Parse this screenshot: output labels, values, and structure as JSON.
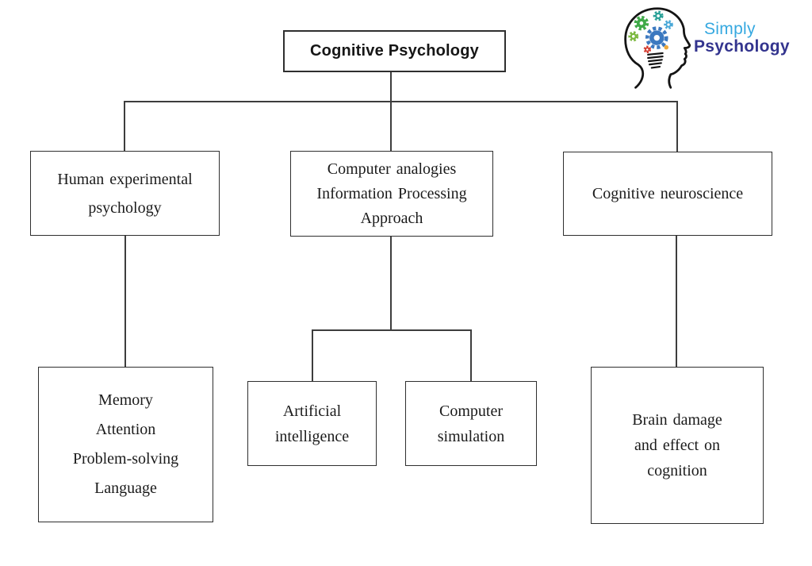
{
  "logo": {
    "line1": "Simply",
    "line2": "Psychology",
    "colors": {
      "line1": "#35a8e0",
      "line2": "#33348e"
    }
  },
  "diagram": {
    "root": {
      "label": "Cognitive Psychology"
    },
    "level1": [
      {
        "label": "Human experimental\npsychology"
      },
      {
        "label": "Computer analogies\nInformation Processing\nApproach"
      },
      {
        "label": "Cognitive neuroscience"
      }
    ],
    "level2": [
      {
        "label": "Memory\nAttention\nProblem-solving\nLanguage"
      },
      {
        "label": "Artificial\nintelligence"
      },
      {
        "label": "Computer\nsimulation"
      },
      {
        "label": "Brain damage\nand effect on\ncognition"
      }
    ]
  },
  "colors": {
    "line": "#3d3d3d",
    "box_border": "#2f2f2f",
    "text": "#1b1b1b",
    "gear_blue": "#3c79c0",
    "gear_green": "#3faa49",
    "gear_teal": "#2aa198",
    "gear_lightgreen": "#7cb83f",
    "gear_lightblue": "#49a8d8",
    "gear_red": "#d23b2f",
    "gear_orange": "#eda83b"
  }
}
